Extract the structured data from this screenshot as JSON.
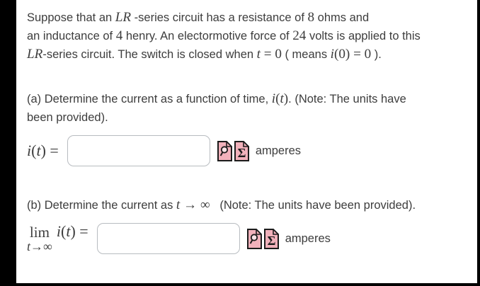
{
  "colors": {
    "icon_pink": "#f1b1bb",
    "icon_border": "#1c1c1c",
    "text": "#3d3d3d",
    "input_border": "#b8bcc0"
  },
  "intro": {
    "lines": [
      {
        "segments": [
          {
            "t": "Suppose that an "
          },
          {
            "t": "LR",
            "s": "it"
          },
          {
            "t": " -series circuit has a resistance of "
          },
          {
            "t": "8",
            "s": "up"
          },
          {
            "t": " ohms and"
          }
        ]
      },
      {
        "segments": [
          {
            "t": "an inductance of "
          },
          {
            "t": "4",
            "s": "up"
          },
          {
            "t": " henry. An electormotive force of "
          },
          {
            "t": "24",
            "s": "up"
          },
          {
            "t": " volts is applied to this"
          }
        ]
      },
      {
        "segments": [
          {
            "t": "LR",
            "s": "it"
          },
          {
            "t": "-series circuit. The switch is closed when "
          },
          {
            "t": "t",
            "s": "it"
          },
          {
            "t": " = 0",
            "s": "up"
          },
          {
            "t": " ( means "
          },
          {
            "t": "i",
            "s": "it"
          },
          {
            "t": "(0) = 0",
            "s": "up"
          },
          {
            "t": " )."
          }
        ]
      }
    ]
  },
  "part_a": {
    "heading_lines": [
      {
        "segments": [
          {
            "t": "(a) Determine the current as a function of time, "
          },
          {
            "t": "i",
            "s": "it"
          },
          {
            "t": "(",
            "s": "up"
          },
          {
            "t": "t",
            "s": "it"
          },
          {
            "t": ")",
            "s": "up"
          },
          {
            "t": ". (Note: The units have"
          }
        ]
      },
      {
        "segments": [
          {
            "t": "been provided)."
          }
        ]
      }
    ],
    "label_segments": [
      {
        "t": "i",
        "s": "it"
      },
      {
        "t": "(",
        "s": "up"
      },
      {
        "t": "t",
        "s": "it"
      },
      {
        "t": ")",
        "s": "up"
      },
      {
        "t": " =",
        "s": "up"
      }
    ],
    "input": {
      "value": "",
      "placeholder": ""
    },
    "icons": {
      "preview": "preview-answer-icon",
      "symbolic": "symbolic-formatting-help-icon"
    },
    "unit": "amperes"
  },
  "part_b": {
    "heading_segments": [
      {
        "t": "(b) Determine the current as "
      },
      {
        "t": "t",
        "s": "it"
      },
      {
        "t": " → ∞",
        "s": "up"
      },
      {
        "t": "   (Note: The units have been provided)."
      }
    ],
    "lim": {
      "top": "lim",
      "under_segments": [
        {
          "t": "t",
          "s": "it"
        },
        {
          "t": "→∞",
          "s": "up"
        }
      ]
    },
    "label_segments": [
      {
        "t": "i",
        "s": "it"
      },
      {
        "t": "(",
        "s": "up"
      },
      {
        "t": "t",
        "s": "it"
      },
      {
        "t": ")",
        "s": "up"
      },
      {
        "t": " =",
        "s": "up"
      }
    ],
    "input": {
      "value": "",
      "placeholder": ""
    },
    "unit": "amperes"
  }
}
